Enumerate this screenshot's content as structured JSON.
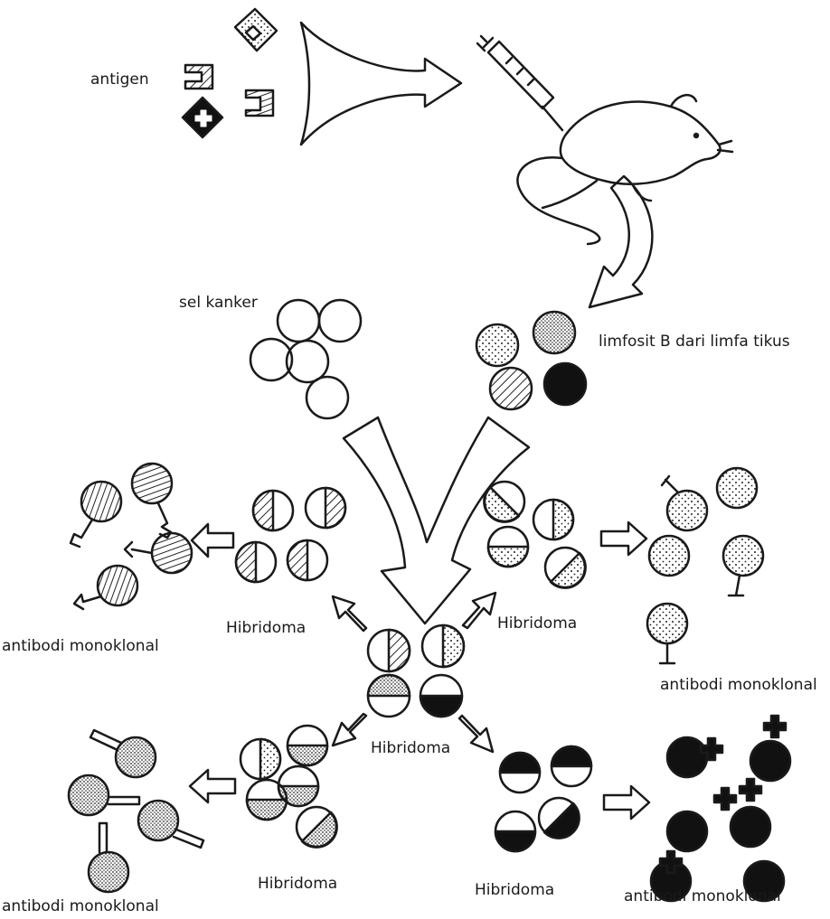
{
  "labels": {
    "antigen": "antigen",
    "cancer_cell": "sel kanker",
    "lymphocyte": "limfosit B dari limfa tikus",
    "hybridoma_left": "Hibridoma",
    "hybridoma_right": "Hibridoma",
    "hybridoma_center": "Hibridoma",
    "hybridoma_bottom_left": "Hibridoma",
    "hybridoma_bottom_right": "Hibridoma",
    "antibody_left": "antibodi monoklonal",
    "antibody_right": "antibodi monoklonal",
    "antibody_bottom_left": "antibodi monoklonal",
    "antibody_bottom_right": "antibodi monoklonal"
  },
  "colors": {
    "ink": "#1a1a1a",
    "paper": "#ffffff"
  }
}
